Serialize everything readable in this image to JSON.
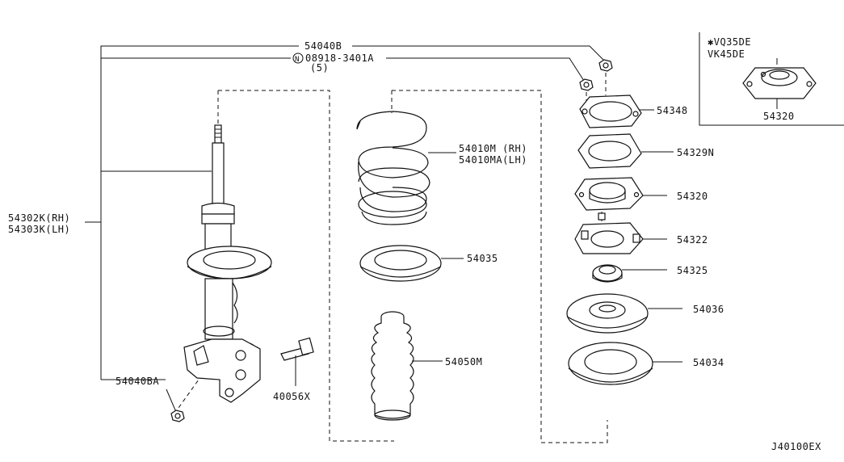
{
  "labels": {
    "p54040B": "54040B",
    "p08918": "08918-3401A",
    "n_symbol": "N",
    "qty5": "(5)",
    "p54302K": "54302K(RH)",
    "p54303K": "54303K(LH)",
    "p54040BA": "54040BA",
    "p40056X": "40056X",
    "p54010M": "54010M (RH)",
    "p54010MA": "54010MA(LH)",
    "p54035": "54035",
    "p54050M": "54050M",
    "p54348": "54348",
    "p54329N": "54329N",
    "p54320": "54320",
    "p54322": "54322",
    "p54325": "54325",
    "p54036": "54036",
    "p54034": "54034",
    "inset_engine1": "✱VQ35DE",
    "inset_engine2": "VK45DE",
    "inset_part": "54320",
    "diagram_code": "J40100EX"
  }
}
